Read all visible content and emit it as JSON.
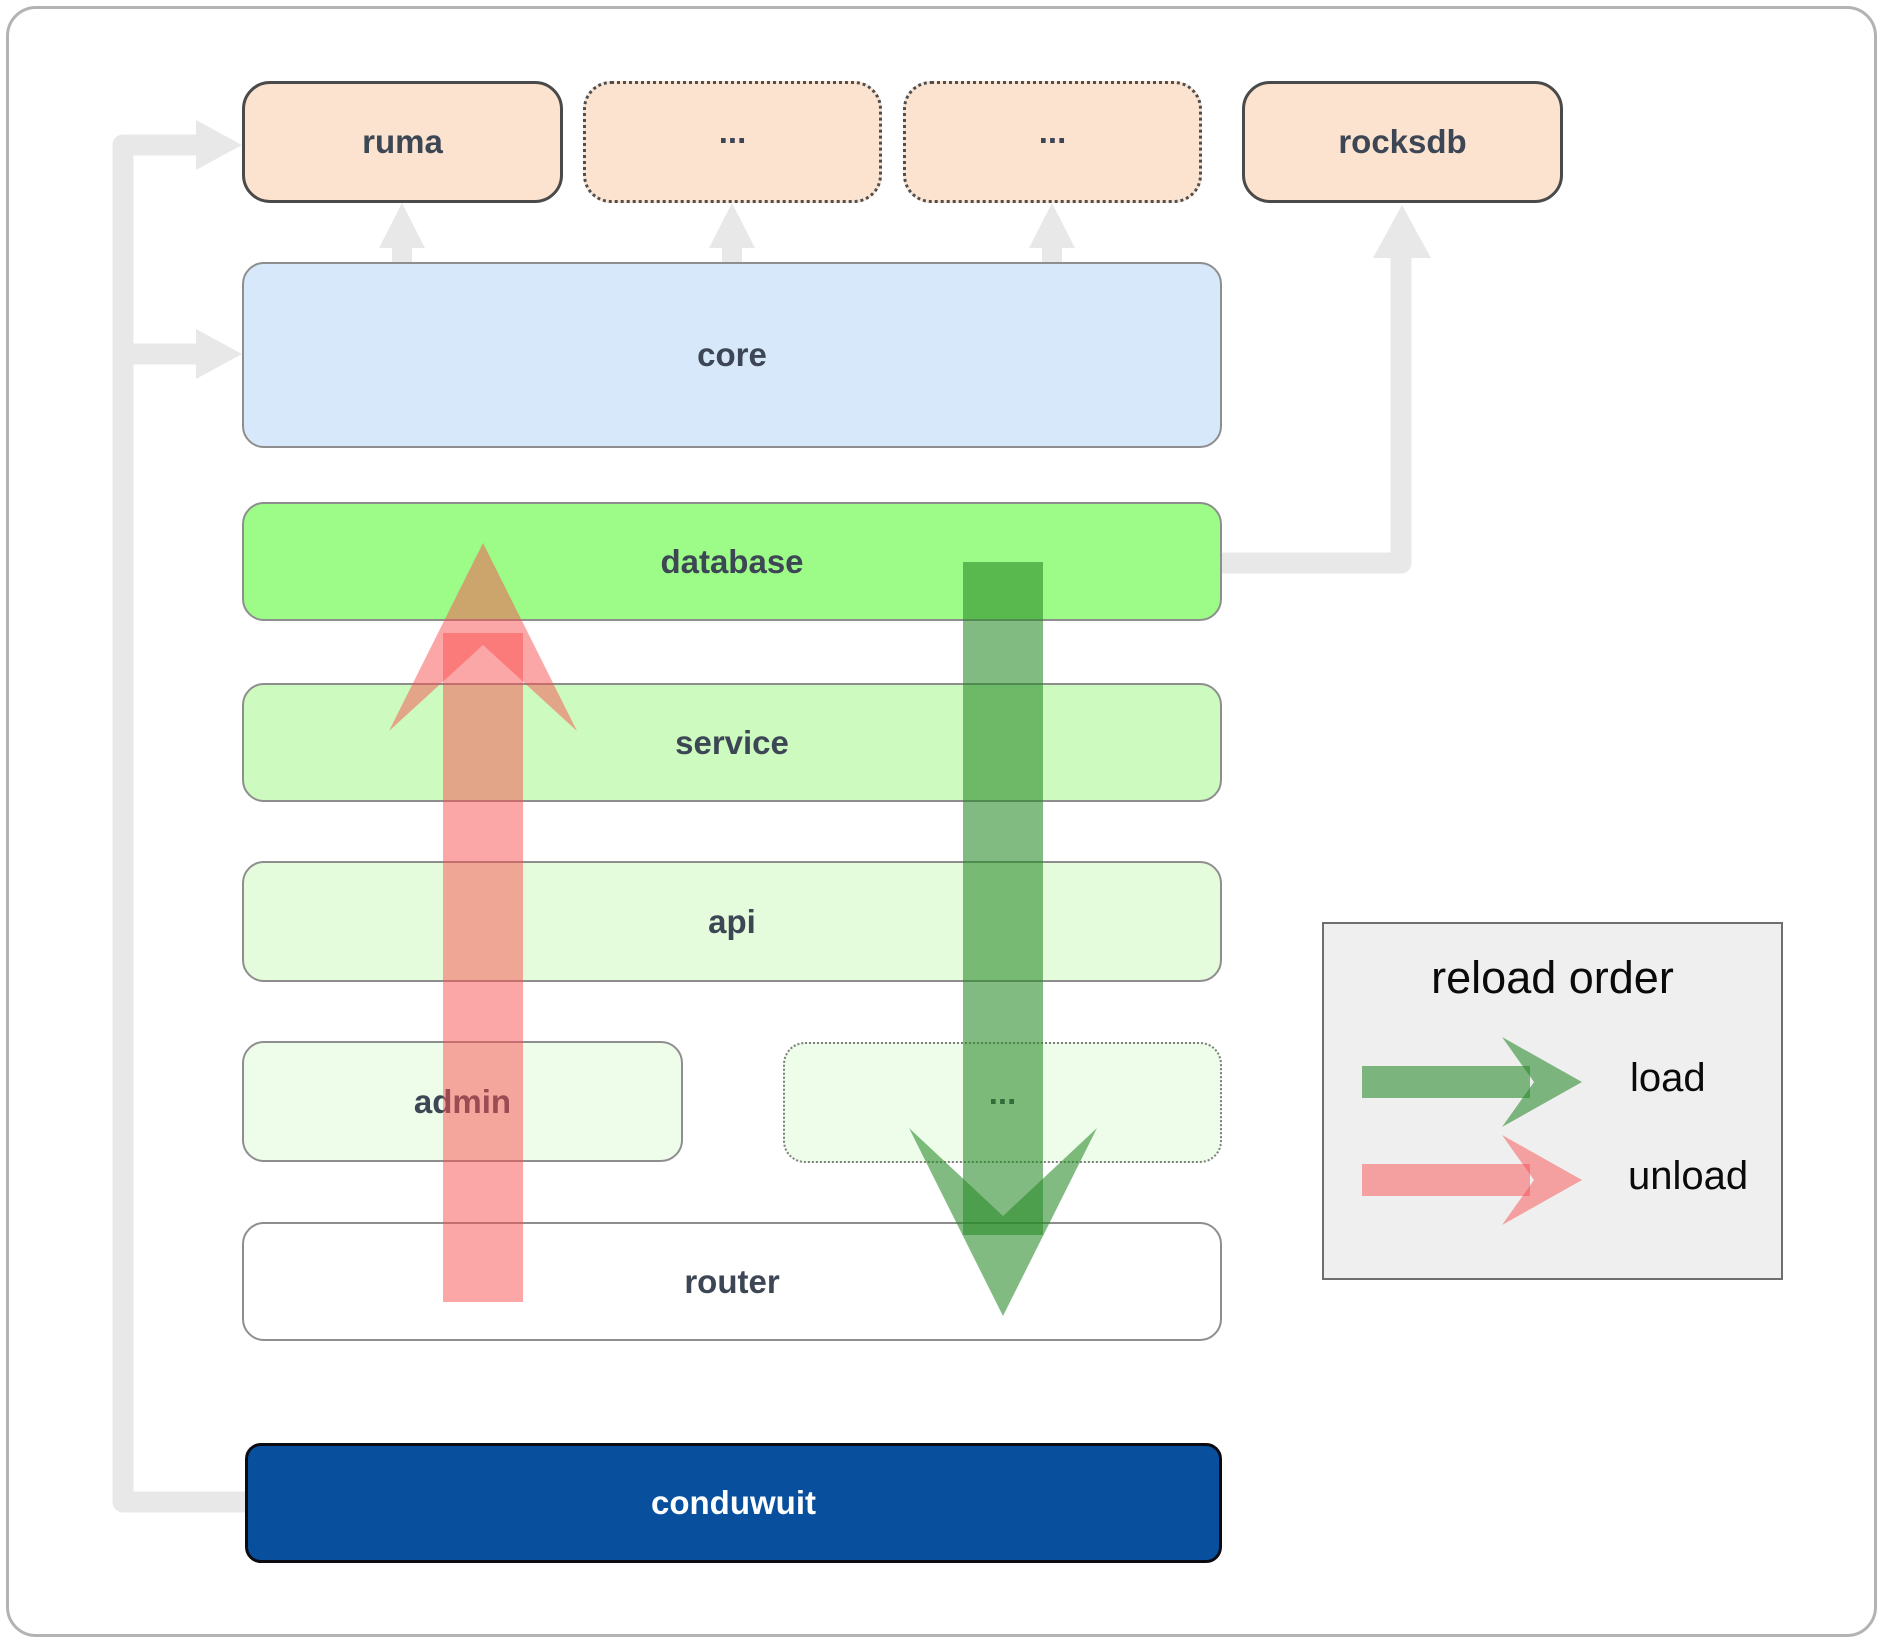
{
  "title": "conduwuit module reload order diagram",
  "boxes": {
    "ruma": "ruma",
    "mid1": "...",
    "mid2": "...",
    "rocksdb": "rocksdb",
    "core": "core",
    "database": "database",
    "service": "service",
    "api": "api",
    "admin": "admin",
    "more": "...",
    "router": "router",
    "conduwuit": "conduwuit"
  },
  "legend": {
    "title": "reload order",
    "load_label": "load",
    "unload_label": "unload"
  },
  "colors": {
    "peach_box": "#fbe3d0",
    "core_blue": "#d6e8fa",
    "database_green": "#9dfb87",
    "service_green": "#cdfabf",
    "api_green": "#e4fcdb",
    "admin_green": "#eefdea",
    "router_white": "#ffffff",
    "conduwuit_blue": "#08509e",
    "load_arrow_green": "#278927",
    "unload_arrow_red": "#fa5050",
    "connector_gray": "#e8e8e8",
    "label_text": "#3c4654"
  }
}
